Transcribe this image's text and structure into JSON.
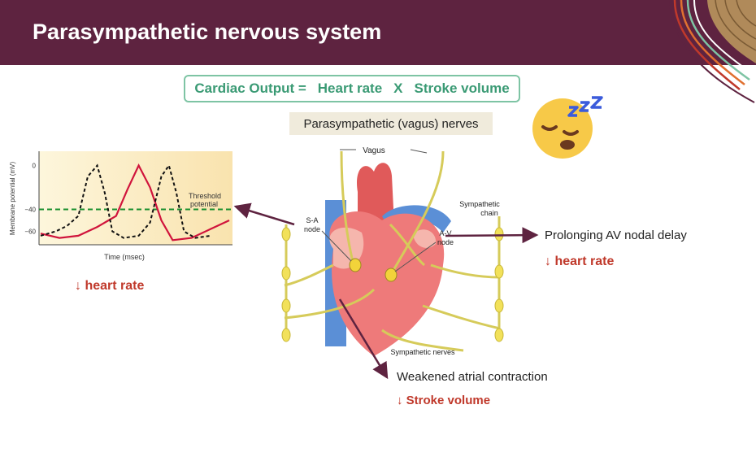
{
  "header": {
    "title": "Parasympathetic nervous system"
  },
  "formula": {
    "left": "Cardiac Output =",
    "term1": "Heart rate",
    "op": "X",
    "term2": "Stroke volume"
  },
  "nerves_label": "Parasympathetic (vagus) nerves",
  "colors": {
    "header": "#5e2340",
    "accent_green": "#3a9a74",
    "effect_red": "#c0392b",
    "normal_trace": "#d0143c"
  },
  "icons": {
    "sleepy": "sleepy-face-icon"
  },
  "chart": {
    "ylabel": "Membrane potential (mV)",
    "xlabel": "Time (msec)",
    "ticks": [
      "0",
      "−40",
      "−60"
    ],
    "threshold_label_1": "Threshold",
    "threshold_label_2": "potential"
  },
  "chart_data": {
    "type": "line",
    "ylim": [
      -70,
      10
    ],
    "threshold": -40,
    "series": [
      {
        "style": "solid-red",
        "points": [
          [
            0,
            -62
          ],
          [
            10,
            -66
          ],
          [
            20,
            -64
          ],
          [
            30,
            -56
          ],
          [
            40,
            -46
          ],
          [
            46,
            -22
          ],
          [
            52,
            0
          ],
          [
            58,
            -20
          ],
          [
            64,
            -50
          ],
          [
            70,
            -68
          ],
          [
            80,
            -66
          ],
          [
            90,
            -58
          ],
          [
            100,
            -50
          ]
        ]
      },
      {
        "style": "dashed-black",
        "points": [
          [
            0,
            -64
          ],
          [
            8,
            -60
          ],
          [
            14,
            -55
          ],
          [
            20,
            -46
          ],
          [
            25,
            -10
          ],
          [
            30,
            0
          ],
          [
            34,
            -25
          ],
          [
            38,
            -60
          ],
          [
            44,
            -66
          ],
          [
            52,
            -64
          ],
          [
            58,
            -52
          ],
          [
            64,
            -10
          ],
          [
            68,
            0
          ],
          [
            72,
            -25
          ],
          [
            76,
            -60
          ],
          [
            82,
            -66
          ],
          [
            90,
            -64
          ]
        ]
      }
    ]
  },
  "heart_labels": {
    "vagus": "Vagus",
    "sa_line1": "S-A",
    "sa_line2": "node",
    "av_line1": "A-V",
    "av_line2": "node",
    "symp_chain_1": "Sympathetic",
    "symp_chain_2": "chain",
    "symp_nerves": "Sympathetic nerves"
  },
  "effects": {
    "left_hr": "↓ heart rate",
    "av_delay": "Prolonging AV nodal delay",
    "right_hr": "↓ heart rate",
    "atrial": "Weakened atrial contraction",
    "stroke": "↓ Stroke volume"
  }
}
